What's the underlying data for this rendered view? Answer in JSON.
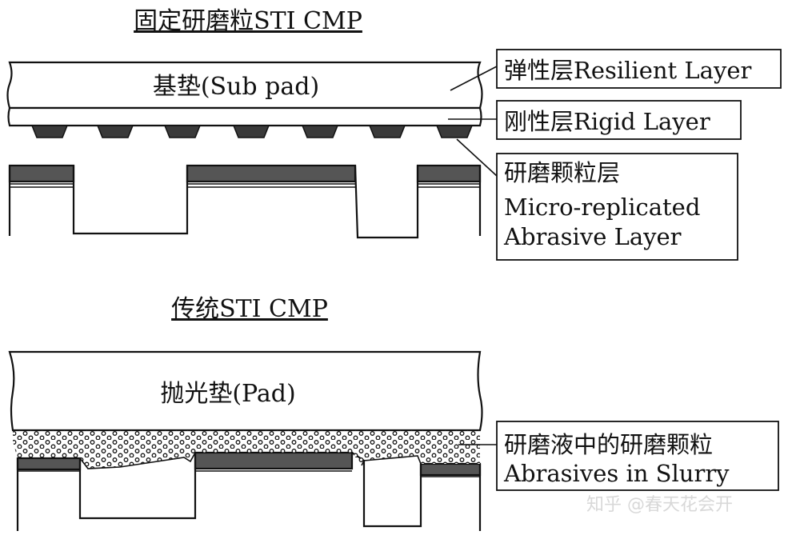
{
  "top": {
    "title": "固定研磨粒STI CMP",
    "sub_pad": "基垫(Sub pad)",
    "callout_resilient": "弹性层Resilient Layer",
    "callout_rigid": "刚性层Rigid Layer",
    "callout_abrasive_lines": [
      "研磨颗粒层",
      "Micro-replicated",
      "Abrasive Layer"
    ]
  },
  "bottom": {
    "title": "传统STI CMP",
    "pad": "抛光垫(Pad)",
    "callout_slurry_lines": [
      "研磨液中的研磨颗粒",
      "Abrasives in Slurry"
    ]
  },
  "watermark": "知乎 @春天花会开",
  "colors": {
    "stroke": "#111111",
    "fill_dark": "#444444",
    "fill_light": "#ffffff"
  }
}
